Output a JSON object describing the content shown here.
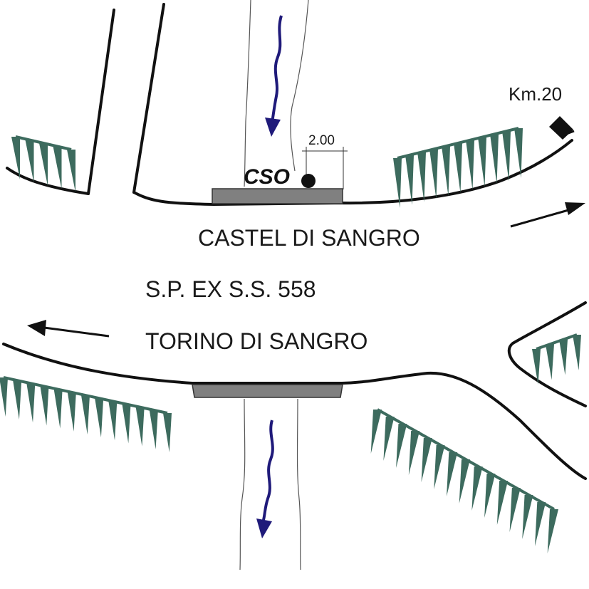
{
  "labels": {
    "direction_east": "CASTEL DI SANGRO",
    "road_name": "S.P. EX S.S. 558",
    "direction_west": "TORINO DI SANGRO",
    "station_code": "CSO",
    "kilometer": "Km.20",
    "dimension": "2.00"
  },
  "colors": {
    "road_line": "#111111",
    "bridge_fill": "#808080",
    "embankment_teeth": "#3d6b5e",
    "flow_arrow": "#1f1a7a",
    "channel_line": "#555555"
  },
  "icons": {
    "station_marker": "filled-circle-dot",
    "km_marker": "km-post-icon",
    "flow": "wavy-flow-arrow",
    "direction": "straight-arrow"
  }
}
